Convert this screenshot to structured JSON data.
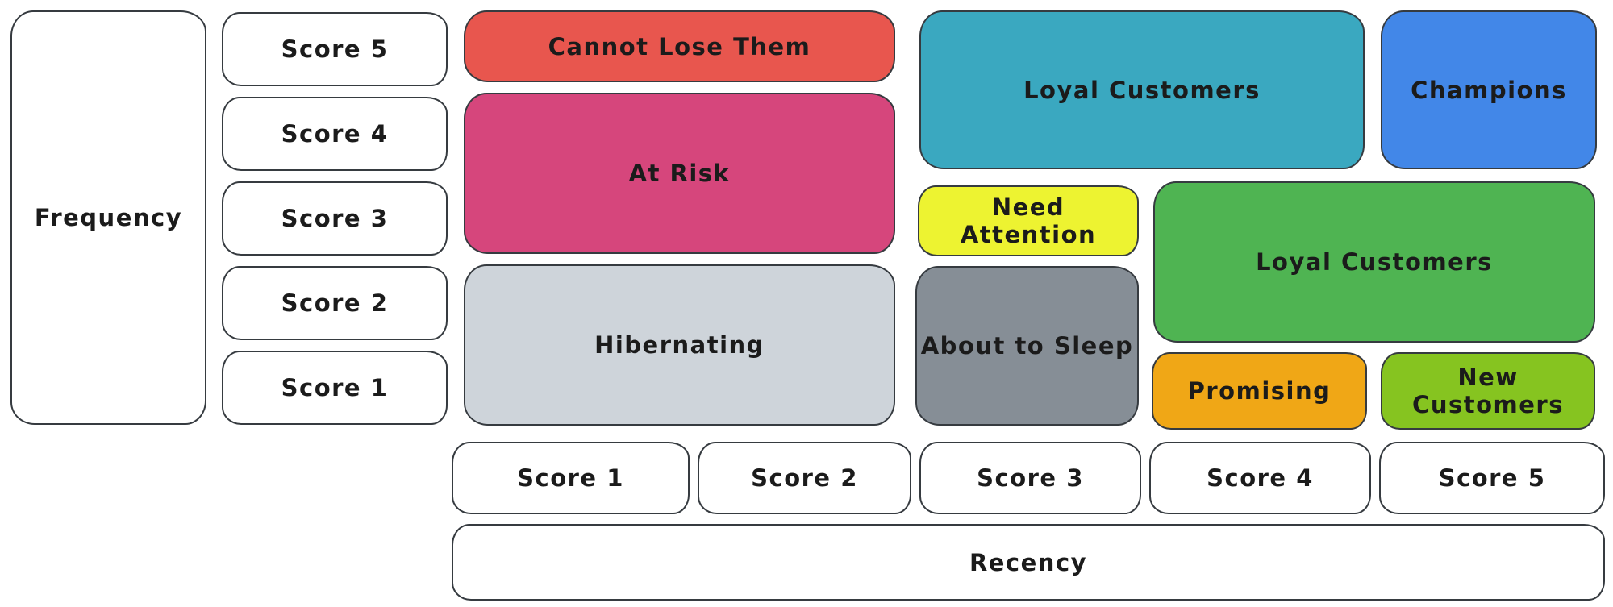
{
  "diagram": {
    "type": "rfm-segmentation-matrix",
    "frequency_axis": {
      "label": "Frequency",
      "scores": [
        "Score 5",
        "Score 4",
        "Score 3",
        "Score 2",
        "Score 1"
      ]
    },
    "recency_axis": {
      "label": "Recency",
      "scores": [
        "Score 1",
        "Score 2",
        "Score 3",
        "Score 4",
        "Score 5"
      ]
    },
    "segments": [
      {
        "label": "Cannot Lose Them",
        "color": "#e8564e",
        "recency_span": "1-2",
        "frequency_span": "5"
      },
      {
        "label": "At Risk",
        "color": "#d6467c",
        "recency_span": "1-2",
        "frequency_span": "3-4"
      },
      {
        "label": "Hibernating",
        "color": "#ced4da",
        "recency_span": "1-2",
        "frequency_span": "1-2"
      },
      {
        "label": "Loyal Customers",
        "color": "#3aa8c0",
        "recency_span": "3-4",
        "frequency_span": "4-5"
      },
      {
        "label": "Champions",
        "color": "#4287e8",
        "recency_span": "5",
        "frequency_span": "4-5"
      },
      {
        "label": "Need Attention",
        "color": "#edf331",
        "recency_span": "3",
        "frequency_span": "3"
      },
      {
        "label": "About to Sleep",
        "color": "#868e96",
        "recency_span": "3",
        "frequency_span": "1-2"
      },
      {
        "label": "Loyal Customers",
        "color": "#4fb452",
        "recency_span": "4-5",
        "frequency_span": "2-3"
      },
      {
        "label": "Promising",
        "color": "#f0a716",
        "recency_span": "4",
        "frequency_span": "1"
      },
      {
        "label": "New Customers",
        "color": "#86c420",
        "recency_span": "5",
        "frequency_span": "1"
      }
    ],
    "axis_box_color": "#ffffff",
    "border_color": "#363b40",
    "text_color": "#1b1b1b"
  }
}
